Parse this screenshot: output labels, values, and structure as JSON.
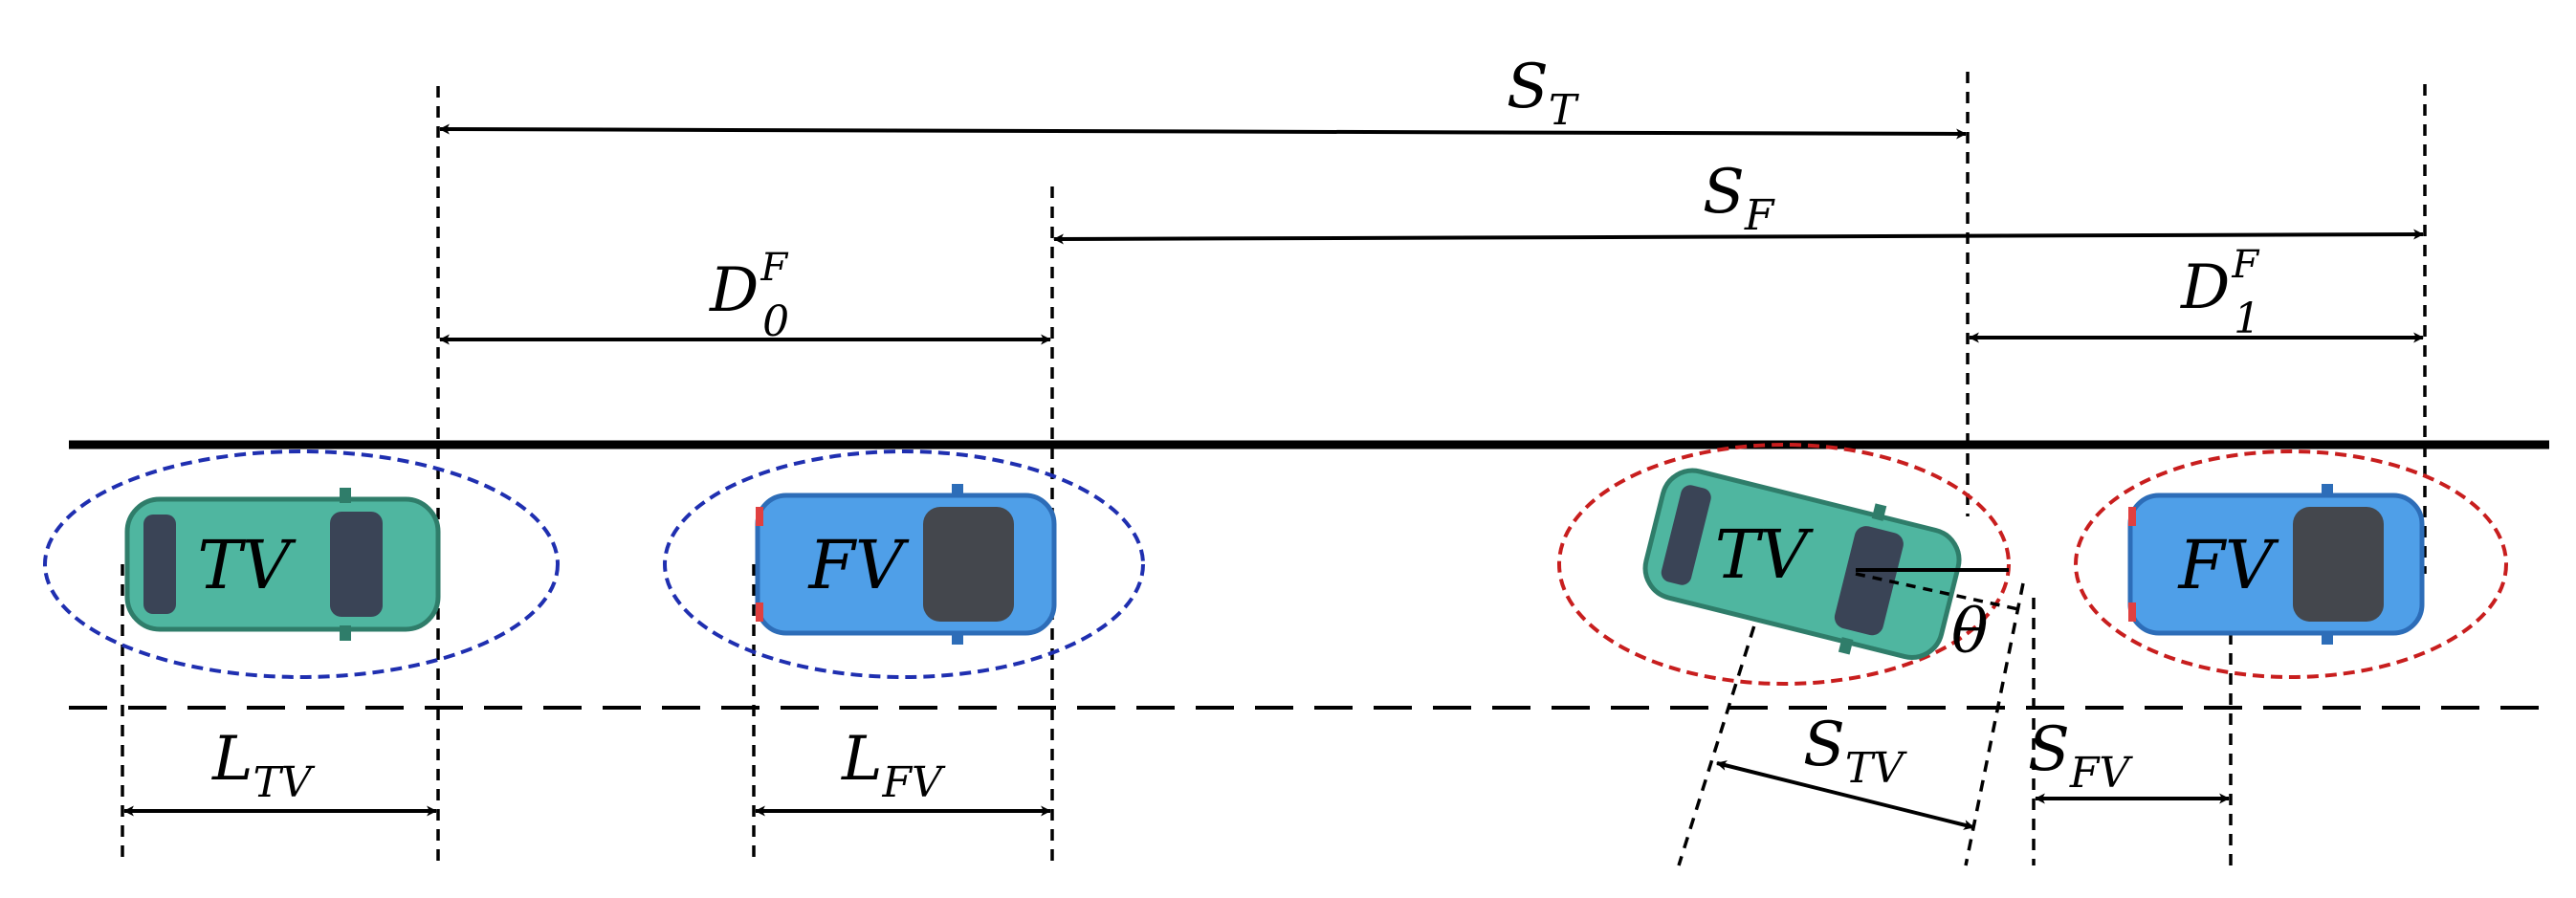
{
  "labels": {
    "s_t": {
      "main": "S",
      "sub": "T"
    },
    "s_f": {
      "main": "S",
      "sub": "F"
    },
    "d0": {
      "main": "D",
      "sub": "0",
      "sup": "F"
    },
    "d1": {
      "main": "D",
      "sub": "1",
      "sup": "F"
    },
    "l_tv": {
      "main": "L",
      "sub": "TV"
    },
    "l_fv": {
      "main": "L",
      "sub": "FV"
    },
    "s_tv": {
      "main": "S",
      "sub": "TV"
    },
    "s_fv": {
      "main": "S",
      "sub": "FV"
    },
    "theta": "θ"
  },
  "cars": [
    {
      "label": "TV",
      "color": "#4fb6a0"
    },
    {
      "label": "FV",
      "color": "#4f9fe8"
    },
    {
      "label": "TV",
      "color": "#4fb6a0"
    },
    {
      "label": "FV",
      "color": "#4f9fe8"
    }
  ],
  "colors": {
    "safe_zone": "#1f2fb0",
    "conflict_zone": "#c81e1e",
    "window": "#3a4456",
    "roof_dark": "#44474d"
  }
}
